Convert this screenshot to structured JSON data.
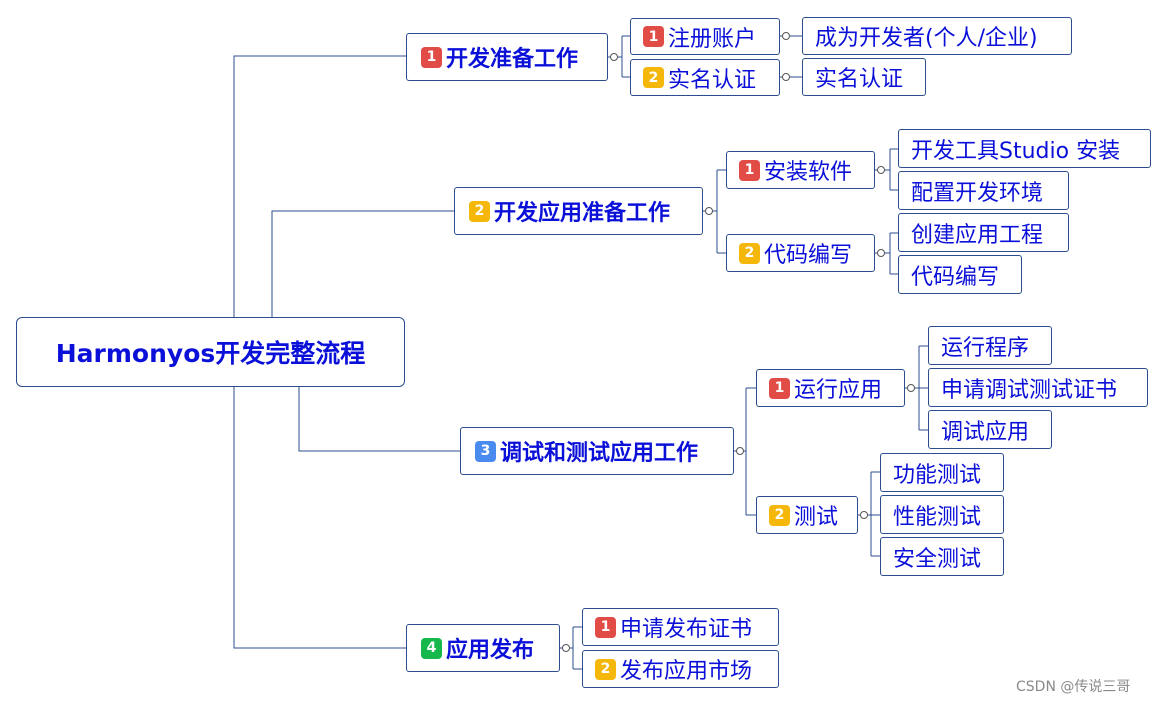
{
  "root": {
    "label": "Harmonyos开发完整流程"
  },
  "branches": [
    {
      "badge": "1",
      "badge_color": "#e24c47",
      "label": "开发准备工作",
      "children": [
        {
          "badge": "1",
          "badge_color": "#e24c47",
          "label": "注册账户",
          "leaves": [
            "成为开发者(个人/企业)"
          ]
        },
        {
          "badge": "2",
          "badge_color": "#f5b80a",
          "label": "实名认证",
          "leaves": [
            "实名认证"
          ]
        }
      ]
    },
    {
      "badge": "2",
      "badge_color": "#f5b80a",
      "label": "开发应用准备工作",
      "children": [
        {
          "badge": "1",
          "badge_color": "#e24c47",
          "label": "安装软件",
          "leaves": [
            "开发工具Studio 安装",
            "配置开发环境"
          ]
        },
        {
          "badge": "2",
          "badge_color": "#f5b80a",
          "label": "代码编写",
          "leaves": [
            "创建应用工程",
            "代码编写"
          ]
        }
      ]
    },
    {
      "badge": "3",
      "badge_color": "#4a8bf0",
      "label": "调试和测试应用工作",
      "children": [
        {
          "badge": "1",
          "badge_color": "#e24c47",
          "label": "运行应用",
          "leaves": [
            "运行程序",
            "申请调试测试证书",
            "调试应用"
          ]
        },
        {
          "badge": "2",
          "badge_color": "#f5b80a",
          "label": "测试",
          "leaves": [
            "功能测试",
            "性能测试",
            "安全测试"
          ]
        }
      ]
    },
    {
      "badge": "4",
      "badge_color": "#16b84e",
      "label": "应用发布",
      "children": [
        {
          "badge": "1",
          "badge_color": "#e24c47",
          "label": "申请发布证书",
          "leaves": []
        },
        {
          "badge": "2",
          "badge_color": "#f5b80a",
          "label": "发布应用市场",
          "leaves": []
        }
      ]
    }
  ],
  "watermark": "CSDN @传说三哥",
  "line_color": "#2b4d8f"
}
